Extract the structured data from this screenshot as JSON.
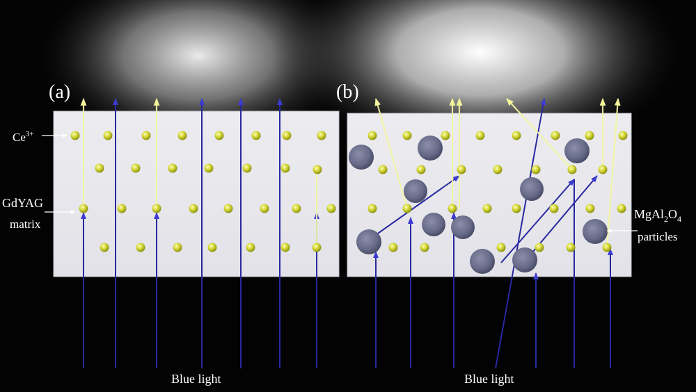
{
  "panels": [
    {
      "id": "a",
      "label": "(a)"
    },
    {
      "id": "b",
      "label": "(b)"
    }
  ],
  "labels": {
    "ce_main": "Ce",
    "ce_sup": "3+",
    "matrix_line1": "GdYAG",
    "matrix_line2": "matrix",
    "particles_line1_parts": [
      "MgAl",
      "2",
      "O",
      "4"
    ],
    "particles_line2": "particles",
    "blue_light": "Blue light"
  },
  "colors": {
    "background": "#030303",
    "slab": "#e9e9ed",
    "ce_ion": "#d6d83a",
    "yellow_light": "#f2f59a",
    "blue_light": "#2f2fa8",
    "particle": "#6c6f8c",
    "glow": "#ffffff"
  }
}
